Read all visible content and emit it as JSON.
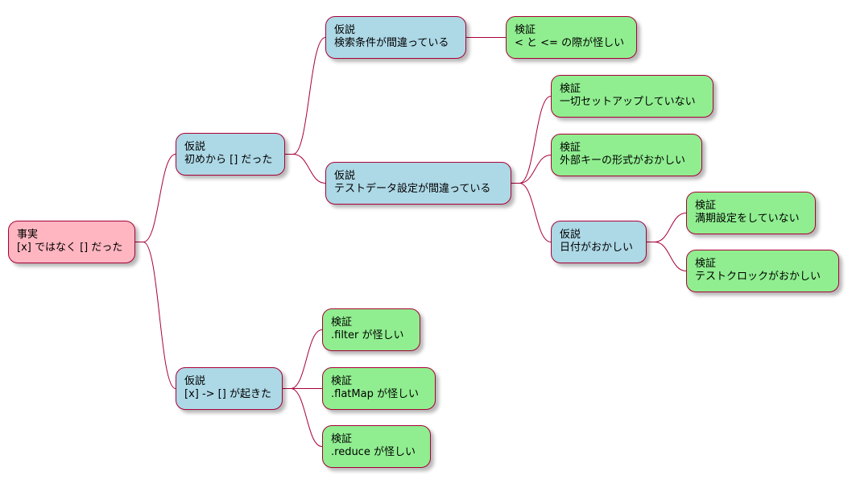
{
  "nodes": {
    "root": {
      "kind": "事実",
      "text": "[x] ではなく [] だった",
      "color": "#ffb6c1"
    },
    "h1": {
      "kind": "仮説",
      "text": "初めから [] だった",
      "color": "#add8e6"
    },
    "h2": {
      "kind": "仮説",
      "text": "[x] -> [] が起きた",
      "color": "#add8e6"
    },
    "h1a": {
      "kind": "仮説",
      "text": "検索条件が間違っている",
      "color": "#add8e6"
    },
    "h1b": {
      "kind": "仮説",
      "text": "テストデータ設定が間違っている",
      "color": "#add8e6"
    },
    "v1": {
      "kind": "検証",
      "text": "< と <= の際が怪しい",
      "color": "#90ee90"
    },
    "v2": {
      "kind": "検証",
      "text": "一切セットアップしていない",
      "color": "#90ee90"
    },
    "v3": {
      "kind": "検証",
      "text": "外部キーの形式がおかしい",
      "color": "#90ee90"
    },
    "h1b3": {
      "kind": "仮説",
      "text": "日付がおかしい",
      "color": "#add8e6"
    },
    "v4": {
      "kind": "検証",
      "text": "満期設定をしていない",
      "color": "#90ee90"
    },
    "v5": {
      "kind": "検証",
      "text": "テストクロックがおかしい",
      "color": "#90ee90"
    },
    "v6": {
      "kind": "検証",
      "text": ".filter が怪しい",
      "color": "#90ee90"
    },
    "v7": {
      "kind": "検証",
      "text": ".flatMap が怪しい",
      "color": "#90ee90"
    },
    "v8": {
      "kind": "検証",
      "text": ".reduce が怪しい",
      "color": "#90ee90"
    }
  },
  "edges": [
    [
      "root",
      "h1"
    ],
    [
      "root",
      "h2"
    ],
    [
      "h1",
      "h1a"
    ],
    [
      "h1",
      "h1b"
    ],
    [
      "h1a",
      "v1"
    ],
    [
      "h1b",
      "v2"
    ],
    [
      "h1b",
      "v3"
    ],
    [
      "h1b",
      "h1b3"
    ],
    [
      "h1b3",
      "v4"
    ],
    [
      "h1b3",
      "v5"
    ],
    [
      "h2",
      "v6"
    ],
    [
      "h2",
      "v7"
    ],
    [
      "h2",
      "v8"
    ]
  ],
  "line_color": "#a80036"
}
